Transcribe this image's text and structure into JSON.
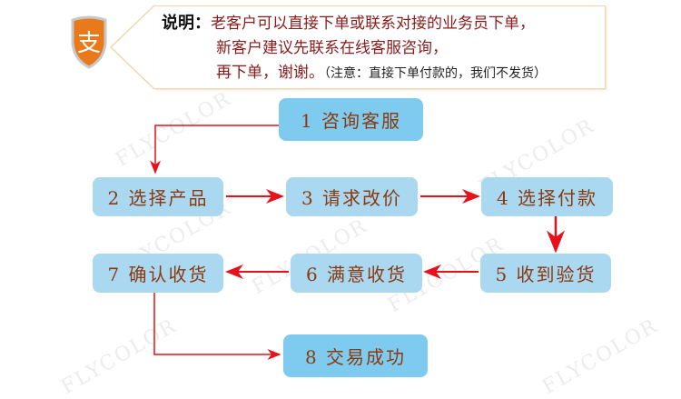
{
  "notice": {
    "label": "说明：",
    "line1": "老客户可以直接下单或联系对接的业务员下单，",
    "line2": "新客户建议先联系在线客服咨询，",
    "line3": "再下单，谢谢。",
    "note": "（注意：直接下单付款的，我们不发货）"
  },
  "logo": {
    "glyph": "支"
  },
  "watermark": "FLYCOLOR",
  "steps": [
    "1  咨询客服",
    "2  选择产品",
    "3  请求改价",
    "4  选择付款",
    "5  收到验货",
    "6  满意收货",
    "7  确认收货",
    "8  交易成功"
  ],
  "colors": {
    "arrow": "#e8101a",
    "box": "#a9d8f0",
    "box_dark": "#7ecbef",
    "text": "#8b3a10"
  }
}
